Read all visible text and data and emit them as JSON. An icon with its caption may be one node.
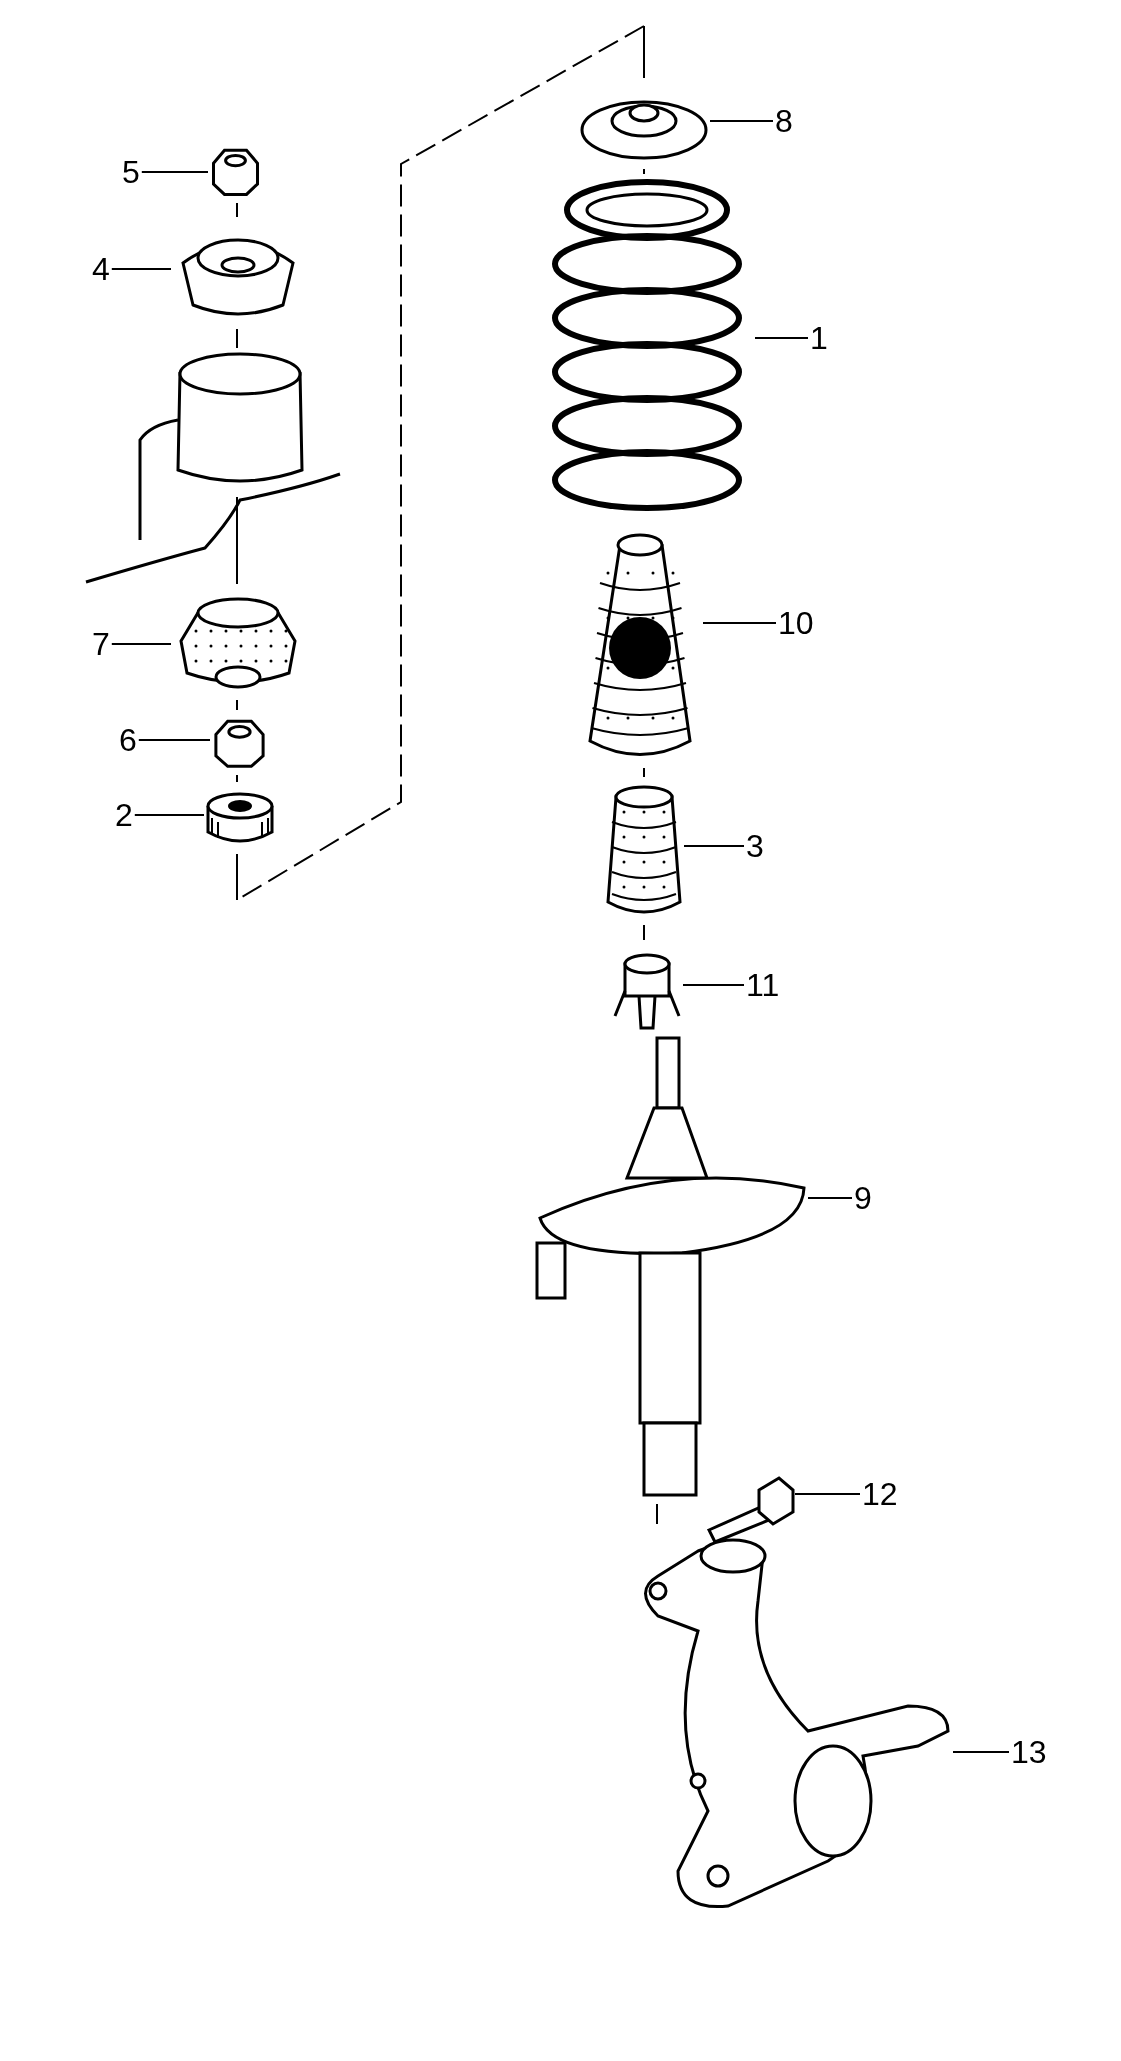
{
  "diagram": {
    "nodes": [
      {
        "text": [
          "8"
        ]
      },
      {
        "text": [
          "5"
        ]
      },
      {
        "text": [
          "1"
        ]
      },
      {
        "text": [
          "4"
        ]
      },
      {
        "text": [
          "7"
        ]
      },
      {
        "text": [
          "10"
        ]
      },
      {
        "text": [
          "6"
        ]
      },
      {
        "text": [
          "2"
        ]
      },
      {
        "text": [
          "3"
        ]
      },
      {
        "text": [
          "11"
        ]
      },
      {
        "text": [
          "9"
        ]
      },
      {
        "text": [
          "12"
        ]
      },
      {
        "text": [
          "13"
        ]
      },
      {
        "text": [],
        "shape": "picture"
      },
      {
        "text": [],
        "shape": "picture"
      },
      {
        "text": [],
        "shape": "picture"
      },
      {
        "text": [],
        "shape": "picture"
      },
      {
        "text": [],
        "shape": "picture"
      },
      {
        "text": [],
        "shape": "picture"
      },
      {
        "text": [],
        "shape": "picture"
      },
      {
        "text": [],
        "shape": "picture"
      },
      {
        "text": [],
        "shape": "picture"
      },
      {
        "text": [],
        "shape": "picture"
      },
      {
        "text": [],
        "shape": "picture"
      },
      {
        "text": [],
        "shape": "picture"
      },
      {
        "text": [],
        "shape": "picture"
      }
    ],
    "edges": [
      {
        "from": 0,
        "to": 13,
        "arrow": "none"
      },
      {
        "from": 1,
        "to": 14,
        "arrow": "none"
      },
      {
        "from": 2,
        "to": 15,
        "arrow": "none"
      },
      {
        "from": 3,
        "to": 16,
        "arrow": "none"
      },
      {
        "from": 4,
        "to": 17,
        "arrow": "none"
      },
      {
        "from": 5,
        "to": 18,
        "arrow": "none"
      },
      {
        "from": 6,
        "to": 19,
        "arrow": "none"
      },
      {
        "from": 7,
        "to": 20,
        "arrow": "none"
      },
      {
        "from": 8,
        "to": 21,
        "arrow": "none"
      },
      {
        "from": 9,
        "to": 22,
        "arrow": "none"
      },
      {
        "from": 10,
        "to": 23,
        "arrow": "none"
      },
      {
        "from": 11,
        "to": 24,
        "arrow": "none"
      },
      {
        "from": 12,
        "to": 25,
        "arrow": "none"
      }
    ]
  }
}
